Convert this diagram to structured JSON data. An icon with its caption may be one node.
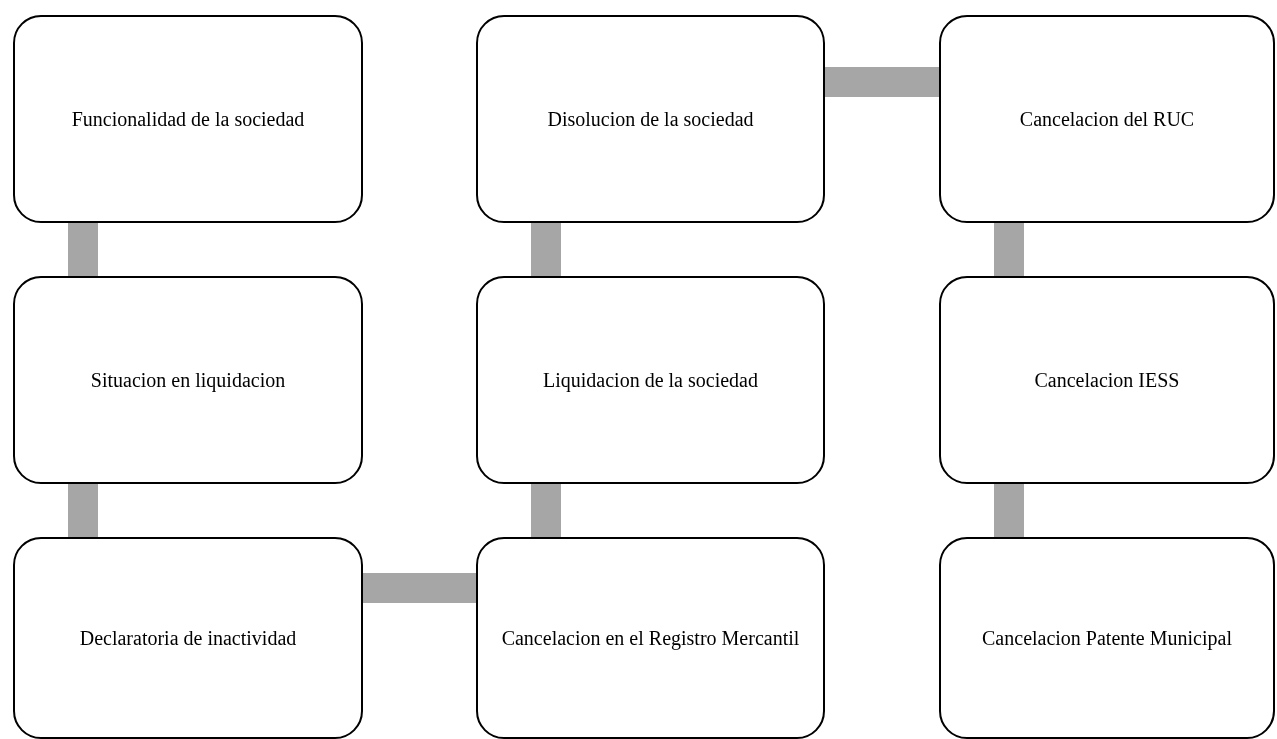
{
  "diagram": {
    "nodes": [
      {
        "text": [
          "Funcionalidad de la sociedad"
        ]
      },
      {
        "text": [
          "Situacion en liquidacion"
        ]
      },
      {
        "text": [
          "Declaratoria de inactividad"
        ]
      },
      {
        "text": [
          "Cancelacion en el Registro Mercantil"
        ]
      },
      {
        "text": [
          "Liquidacion de la sociedad"
        ]
      },
      {
        "text": [
          "Disolucion de la sociedad"
        ]
      },
      {
        "text": [
          "Cancelacion del RUC"
        ]
      },
      {
        "text": [
          "Cancelacion IESS"
        ]
      },
      {
        "text": [
          "Cancelacion Patente Municipal"
        ]
      }
    ],
    "edges": [
      {
        "from": 0,
        "to": 1,
        "arrow": "none"
      },
      {
        "from": 1,
        "to": 2,
        "arrow": "none"
      },
      {
        "from": 2,
        "to": 3,
        "arrow": "none"
      },
      {
        "from": 3,
        "to": 4,
        "arrow": "none"
      },
      {
        "from": 4,
        "to": 5,
        "arrow": "none"
      },
      {
        "from": 5,
        "to": 6,
        "arrow": "none"
      },
      {
        "from": 6,
        "to": 7,
        "arrow": "none"
      },
      {
        "from": 7,
        "to": 8,
        "arrow": "none"
      }
    ]
  }
}
